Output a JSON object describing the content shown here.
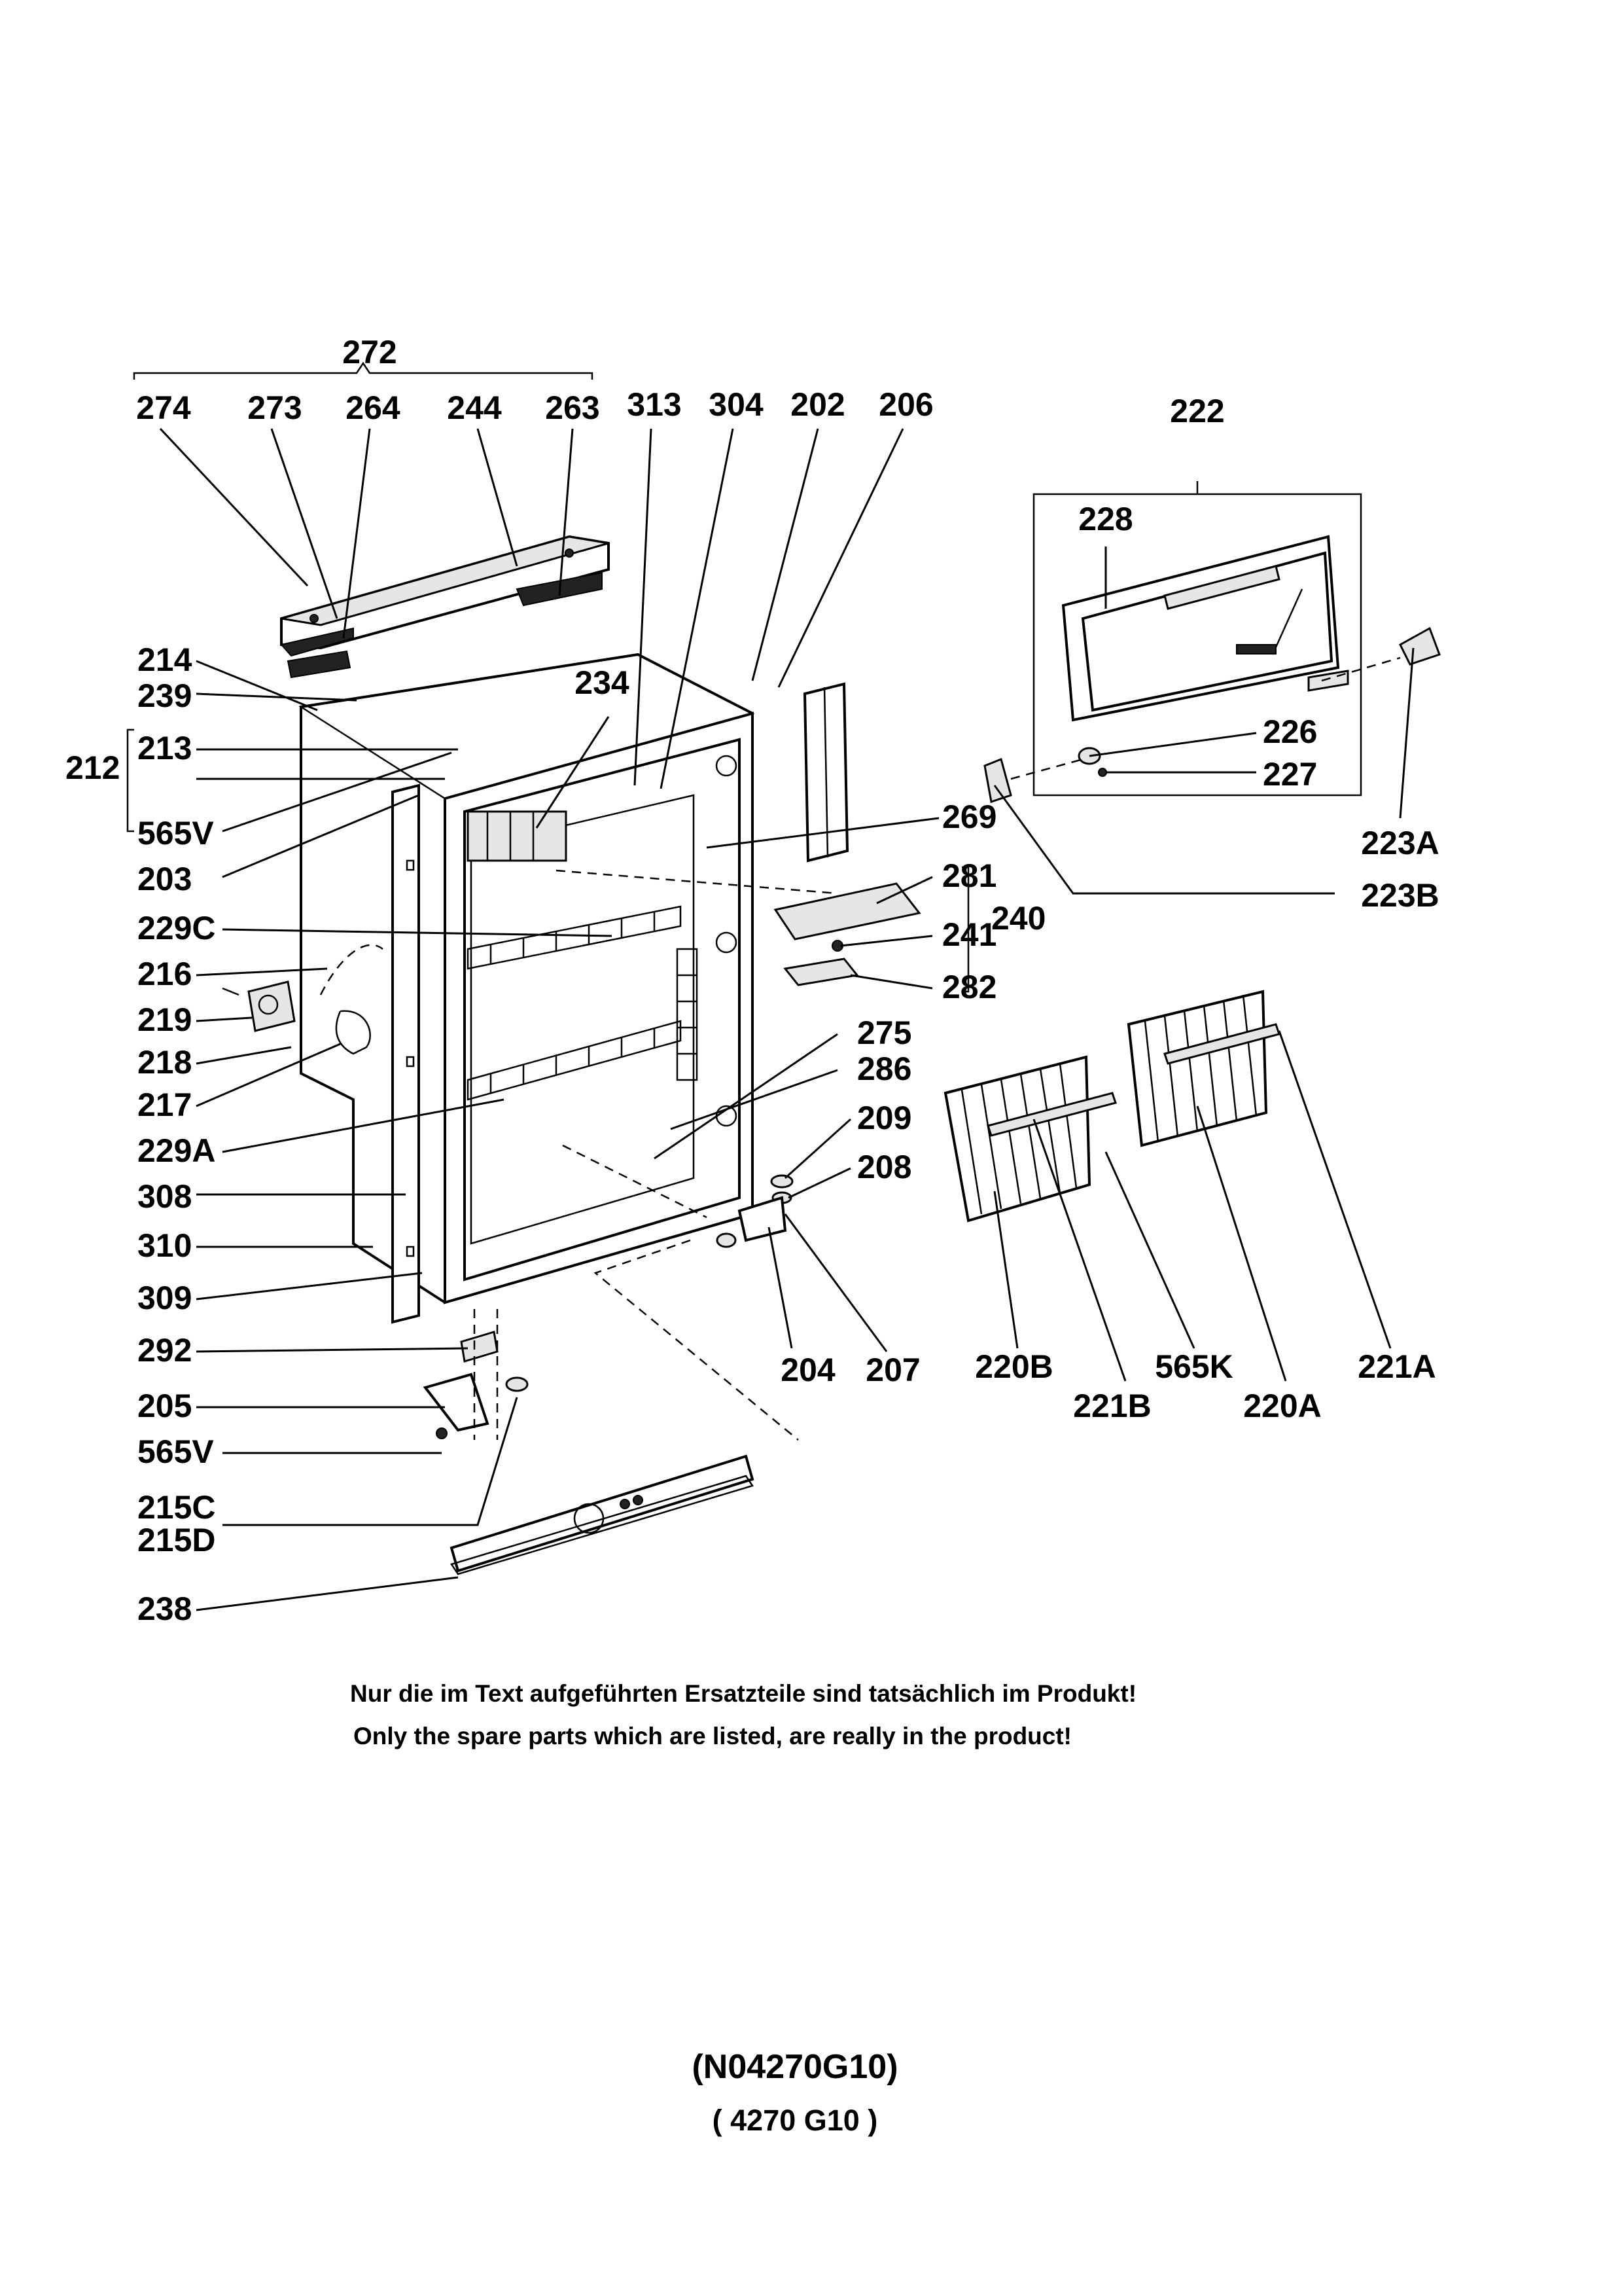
{
  "part_labels": {
    "l272": "272",
    "l274": "274",
    "l273": "273",
    "l264": "264",
    "l244": "244",
    "l263": "263",
    "l313": "313",
    "l304": "304",
    "l202": "202",
    "l206": "206",
    "l222": "222",
    "l228": "228",
    "l214": "214",
    "l239": "239",
    "l212": "212",
    "l213": "213",
    "l565v_a": "565V",
    "l203": "203",
    "l234": "234",
    "l229c": "229C",
    "l216": "216",
    "l219": "219",
    "l218": "218",
    "l217": "217",
    "l229a": "229A",
    "l308": "308",
    "l310": "310",
    "l309": "309",
    "l292": "292",
    "l205": "205",
    "l565v_b": "565V",
    "l215c": "215C",
    "l215d": "215D",
    "l238": "238",
    "l226": "226",
    "l227": "227",
    "l223a": "223A",
    "l223b": "223B",
    "l269": "269",
    "l281": "281",
    "l240": "240",
    "l241": "241",
    "l282": "282",
    "l275": "275",
    "l286": "286",
    "l209": "209",
    "l208": "208",
    "l204": "204",
    "l207": "207",
    "l220b": "220B",
    "l221b": "221B",
    "l565k": "565K",
    "l220a": "220A",
    "l221a": "221A"
  },
  "notice": {
    "german": "Nur die im Text aufgeführten Ersatzteile sind tatsächlich im Produkt!",
    "english": "Only the spare parts which are listed, are really in the product!"
  },
  "document_code": {
    "primary": "(N04270G10)",
    "secondary": "( 4270  G10 )"
  }
}
